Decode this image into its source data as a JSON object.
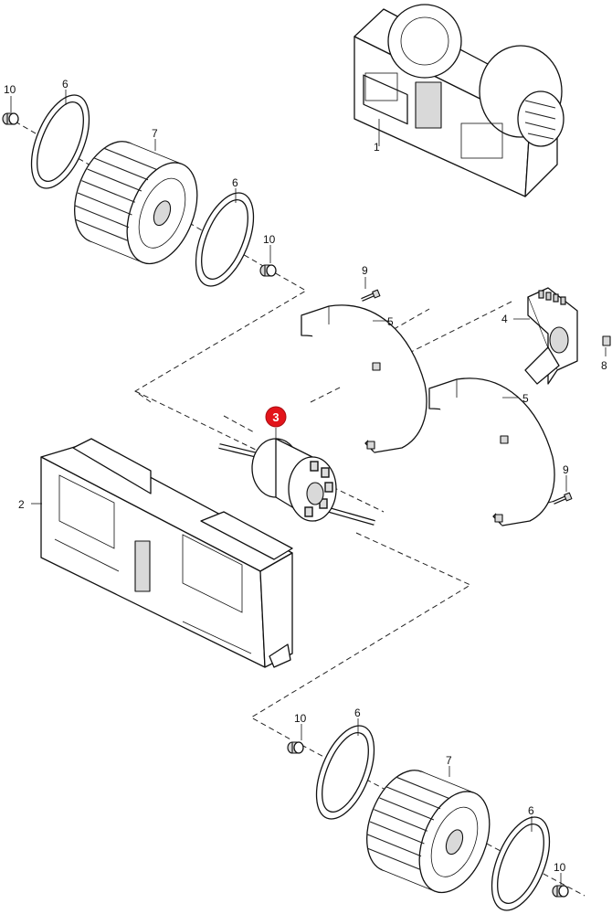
{
  "callouts": {
    "p1": "1",
    "p2": "2",
    "p3": "3",
    "p4": "4",
    "p5a": "5",
    "p5b": "5",
    "p6a": "6",
    "p6b": "6",
    "p6c": "6",
    "p6d": "6",
    "p7a": "7",
    "p7b": "7",
    "p8": "8",
    "p9a": "9",
    "p9b": "9",
    "p10a": "10",
    "p10b": "10",
    "p10c": "10",
    "p10d": "10"
  },
  "colors": {
    "highlight_badge": "#e3141b",
    "line": "#111111",
    "fill": "#d9d9d9"
  }
}
